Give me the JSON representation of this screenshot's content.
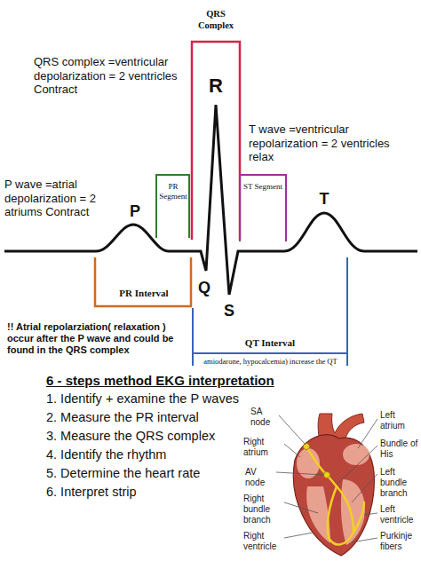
{
  "diagram": {
    "labels": [
      "QRS Complex",
      "R",
      "QRS complex =ventricular depolarization = 2 ventricles Contract",
      "T wave =ventricular repolarization = 2 ventricles relax",
      "P wave =atrial depolarization = 2 atriums Contract",
      "PR Segment",
      "ST Segment",
      "P",
      "T",
      "Q",
      "S",
      "PR Interval",
      "!! Atrial repolarziation( relaxation ) occur after the P wave and could be found in the QRS complex",
      "QT Interval",
      "amiodarone, hypocalcemia) increase the QT",
      "6 - steps method EKG interpretation",
      "1. Identify + examine the P waves",
      "2. Measure the PR interval",
      "3. Measure the QRS complex",
      "4. Identify the rhythm",
      "5. Determine the heart rate",
      "6. Interpret strip",
      "SA node",
      "Right atrium",
      "AV node",
      "Right bundle branch",
      "Right ventricle",
      "Left atrium",
      "Bundle of His",
      "Left bundle branch",
      "Left ventricle",
      "Purkinje fibers"
    ]
  }
}
